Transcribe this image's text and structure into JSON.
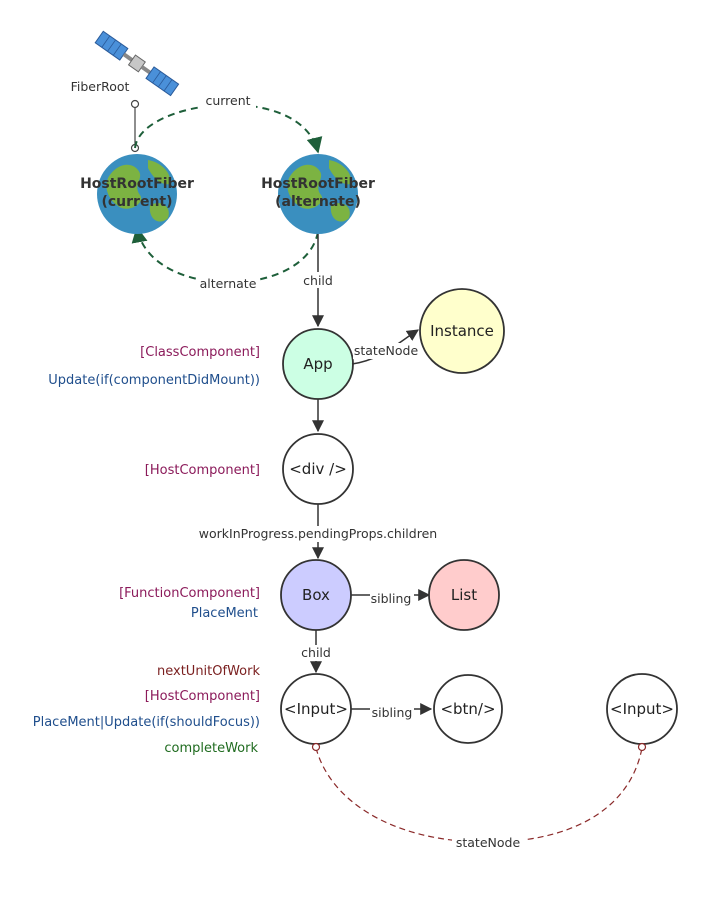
{
  "colors": {
    "purple_label": "#8b1a5a",
    "blue_label": "#1f4e8c",
    "maroon_label": "#7a1f1f",
    "green_label": "#1f6b1f",
    "dashed_green": "#1e5f3a",
    "dashed_maroon": "#8b2a2a",
    "app_fill": "#ccffe4",
    "instance_fill": "#ffffcc",
    "box_fill": "#ccccff",
    "list_fill": "#ffcccc",
    "plain_fill": "#ffffff",
    "earth_ocean": "#3a8fbf",
    "earth_land": "#7cb342"
  },
  "icons": {
    "satellite": "satellite-icon",
    "earth": "earth-globe-icon"
  },
  "root": {
    "label": "FiberRoot"
  },
  "host_current": {
    "line1": "HostRootFiber",
    "line2": "(current)"
  },
  "host_alternate": {
    "line1": "HostRootFiber",
    "line2": "(alternate)"
  },
  "edges": {
    "current": "current",
    "alternate": "alternate",
    "child1": "child",
    "state_node1": "stateNode",
    "children_props": "workInProgress.pendingProps.children",
    "sibling1": "sibling",
    "child2": "child",
    "sibling2": "sibling",
    "state_node2": "stateNode"
  },
  "nodes": {
    "app": "App",
    "instance": "Instance",
    "div": "<div />",
    "box": "Box",
    "list": "List",
    "input": "<Input>",
    "btn": "<btn/>",
    "input_alt": "<Input>"
  },
  "side_labels": {
    "app_type": "[ClassComponent]",
    "app_effect": "Update(if(componentDidMount))",
    "div_type": "[HostComponent]",
    "box_type": "[FunctionComponent]",
    "box_effect": "PlaceMent",
    "next_unit": "nextUnitOfWork",
    "input_type": "[HostComponent]",
    "input_effect": "PlaceMent|Update(if(shouldFocus))",
    "complete_work": "completeWork"
  }
}
